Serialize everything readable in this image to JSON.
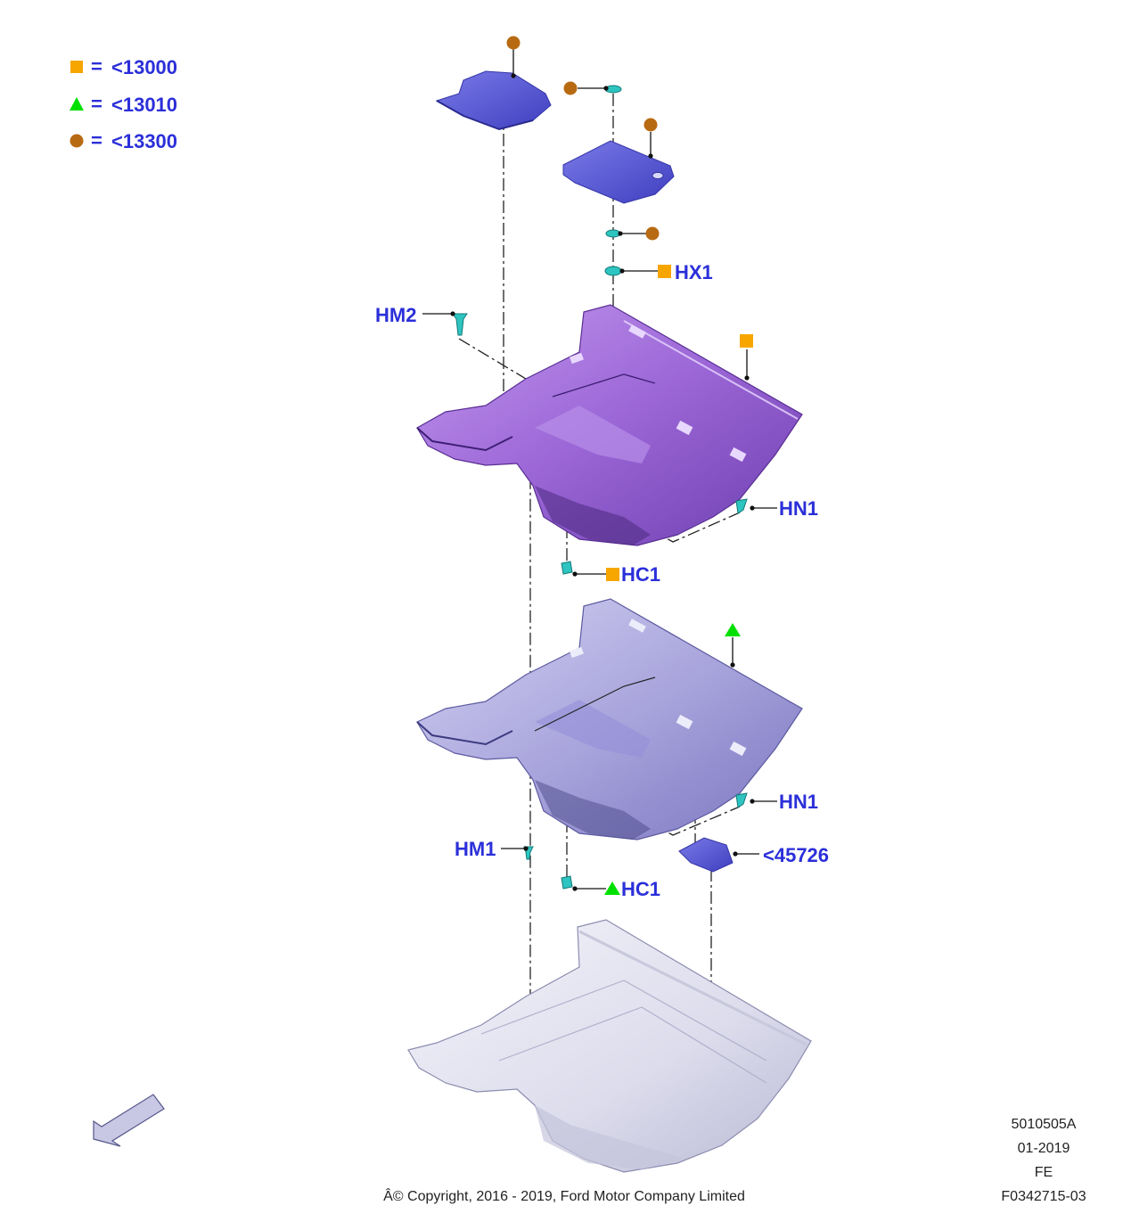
{
  "colors": {
    "label_blue": "#2b2fd9",
    "square_orange": "#f7a600",
    "triangle_green": "#00e000",
    "circle_brown": "#b86a12",
    "clip_teal": "#2ec4c0",
    "mat_purple": "#9b6ad8",
    "insulator_lavender": "#aaa6dd",
    "floorpan_grey": "#e2e2ee",
    "pad_blue": "#5a5ad6"
  },
  "legend": [
    {
      "symbol": "square-icon",
      "equals": "=",
      "code": "<13000"
    },
    {
      "symbol": "triangle-icon",
      "equals": "=",
      "code": "<13010"
    },
    {
      "symbol": "circle-icon",
      "equals": "=",
      "code": "<13300"
    }
  ],
  "callouts": {
    "hx1": "HX1",
    "hm2": "HM2",
    "hn1_upper": "HN1",
    "hc1_upper": "HC1",
    "hn1_lower": "HN1",
    "part_45726": "<45726",
    "hm1": "HM1",
    "hc1_lower": "HC1"
  },
  "footer": {
    "copyright": "Â© Copyright, 2016 - 2019, Ford Motor Company Limited",
    "code": "5010505A",
    "date": "01-2019",
    "region": "FE",
    "figure_id": "F0342715-03"
  },
  "direction_arrow_icon": "front-direction-arrow-icon"
}
